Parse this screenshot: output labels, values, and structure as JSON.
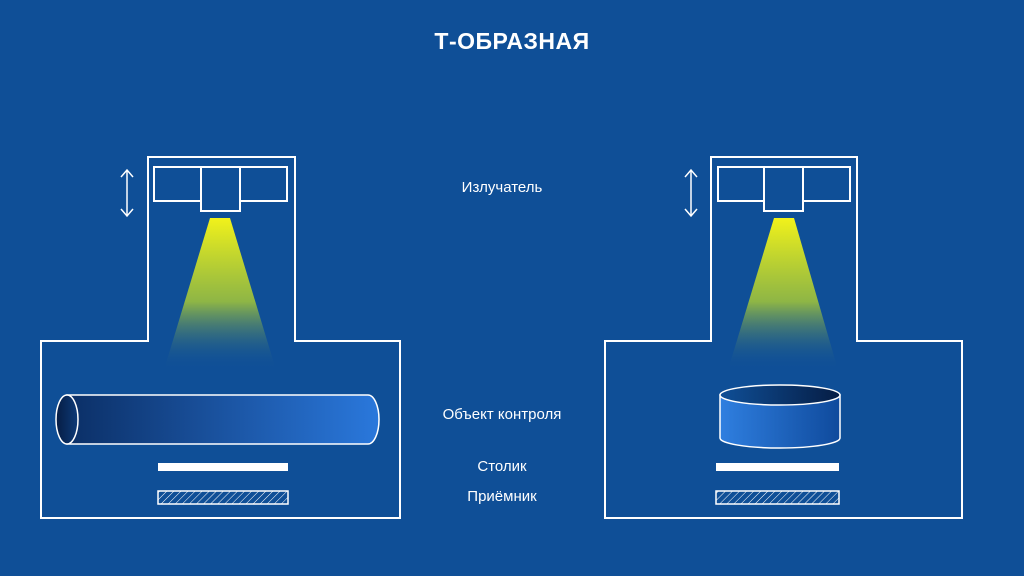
{
  "title": "Т-ОБРАЗНАЯ",
  "labels": {
    "emitter": "Излучатель",
    "object": "Объект контроля",
    "table": "Столик",
    "receiver": "Приёмник"
  },
  "colors": {
    "background": "#0f4f97",
    "outline": "#ffffff",
    "beam_top": "#f2f21a",
    "object_dark": "#0b2f66",
    "object_light": "#2a78dc"
  },
  "icons": {
    "arrow": "double-vertical-arrow-icon"
  }
}
